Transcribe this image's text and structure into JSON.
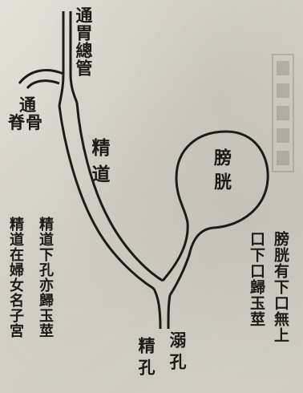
{
  "labels": {
    "to_stomach": "通胃總管",
    "to_spine_col1": "通",
    "to_spine_col2": "脊骨",
    "seminal_duct": "精道",
    "bladder": "膀胱",
    "bladder_note_col1": "膀胱有下口無上",
    "bladder_note_col2": "口下口歸玉莖",
    "urinary_orifice": "溺孔",
    "seminal_orifice": "精孔",
    "female_note_col1": "精道下孔亦歸玉莖",
    "female_note_col2": "精道在婦女名子宮"
  },
  "colors": {
    "ink": "#1e1a16",
    "paper": "#d9d5cc"
  }
}
